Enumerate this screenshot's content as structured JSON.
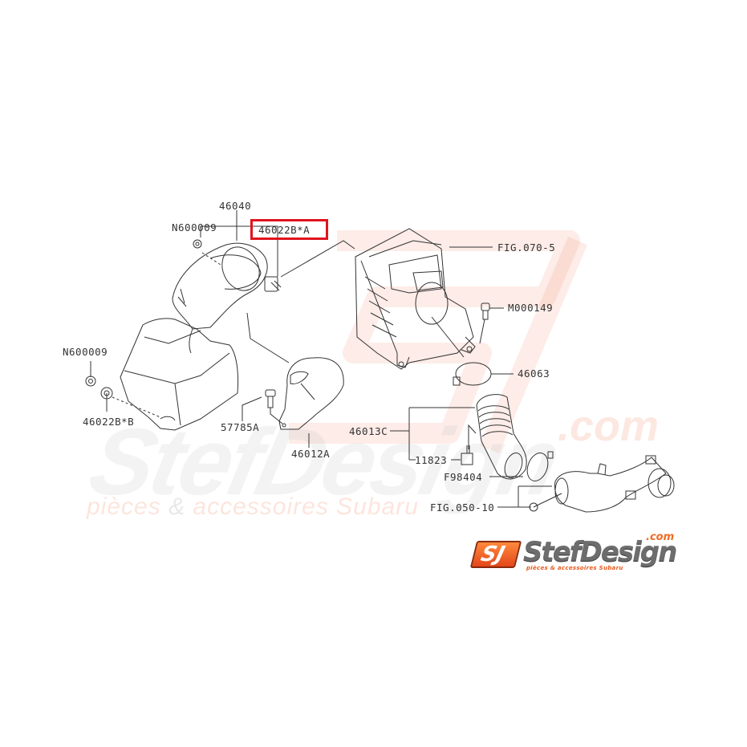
{
  "diagram": {
    "type": "exploded-parts-diagram",
    "subject": "Air intake / air cleaner assembly",
    "highlighted_part": "46022B*A",
    "highlight_color": "#e0141e",
    "line_color": "#333333",
    "labels": {
      "p46040": "46040",
      "pN600009_top": "N600009",
      "p46022BA": "46022B*A",
      "fig070": "FIG.070-5",
      "m000149": "M000149",
      "pN600009_left": "N600009",
      "p46063": "46063",
      "p46022BB": "46022B*B",
      "p57785A": "57785A",
      "p46012A": "46012A",
      "p46013C": "46013C",
      "p11823": "11823",
      "f98404": "F98404",
      "fig050": "FIG.050-10"
    }
  },
  "watermark": {
    "brand": "StefDesign",
    "com": ".com",
    "tagline_left": "pièces",
    "tagline_amp": "&",
    "tagline_right": "accessoires Subaru",
    "color": "#f29678"
  },
  "logo": {
    "badge": "SJ",
    "name": "StefDesign",
    "com": ".com",
    "tagline": "pièces & accessoires Subaru",
    "accent_color": "#f06a22",
    "text_color": "#6d6d6d"
  }
}
